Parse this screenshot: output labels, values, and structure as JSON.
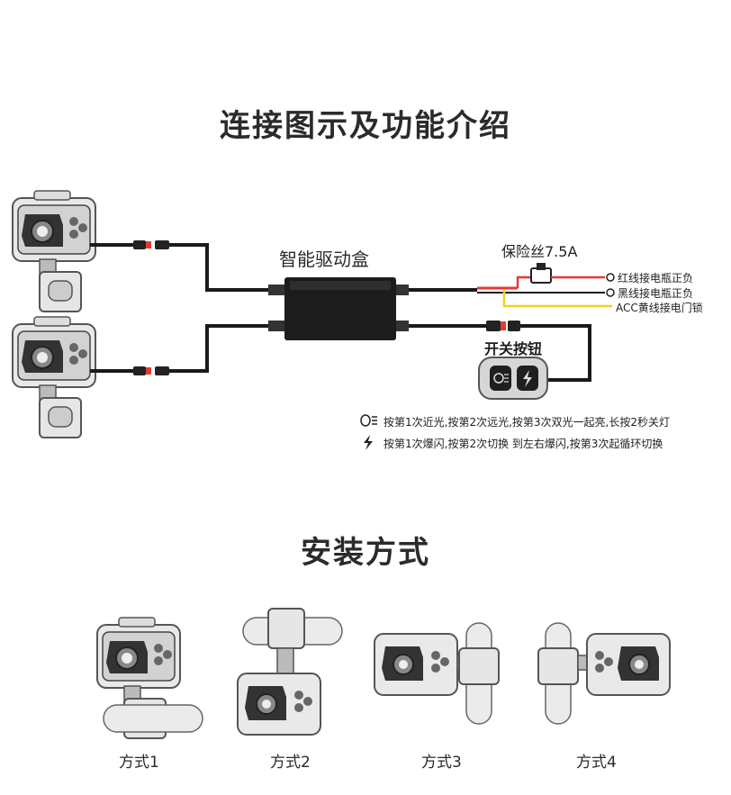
{
  "section1": {
    "title": "连接图示及功能介绍",
    "drive_box_label": "智能驱动盒",
    "fuse_label": "保险丝7.5A",
    "wire_labels": [
      "红线接电瓶正负",
      "黑线接电瓶正负",
      "ACC黄线接电门锁"
    ],
    "switch_label": "开关按钮",
    "instructions": [
      {
        "icon": "headlight-icon",
        "text": "按第1次近光,按第2次远光,按第3次双光一起亮,长按2秒关灯"
      },
      {
        "icon": "lightning-icon",
        "text": "按第1次爆闪,按第2次切换 到左右爆闪,按第3次起循环切换"
      }
    ],
    "colors": {
      "red_wire": "#e53935",
      "yellow_wire": "#f2d21b",
      "black_wire": "#1a1a1a"
    }
  },
  "section2": {
    "title": "安装方式",
    "methods": [
      "方式1",
      "方式2",
      "方式3",
      "方式4"
    ]
  }
}
